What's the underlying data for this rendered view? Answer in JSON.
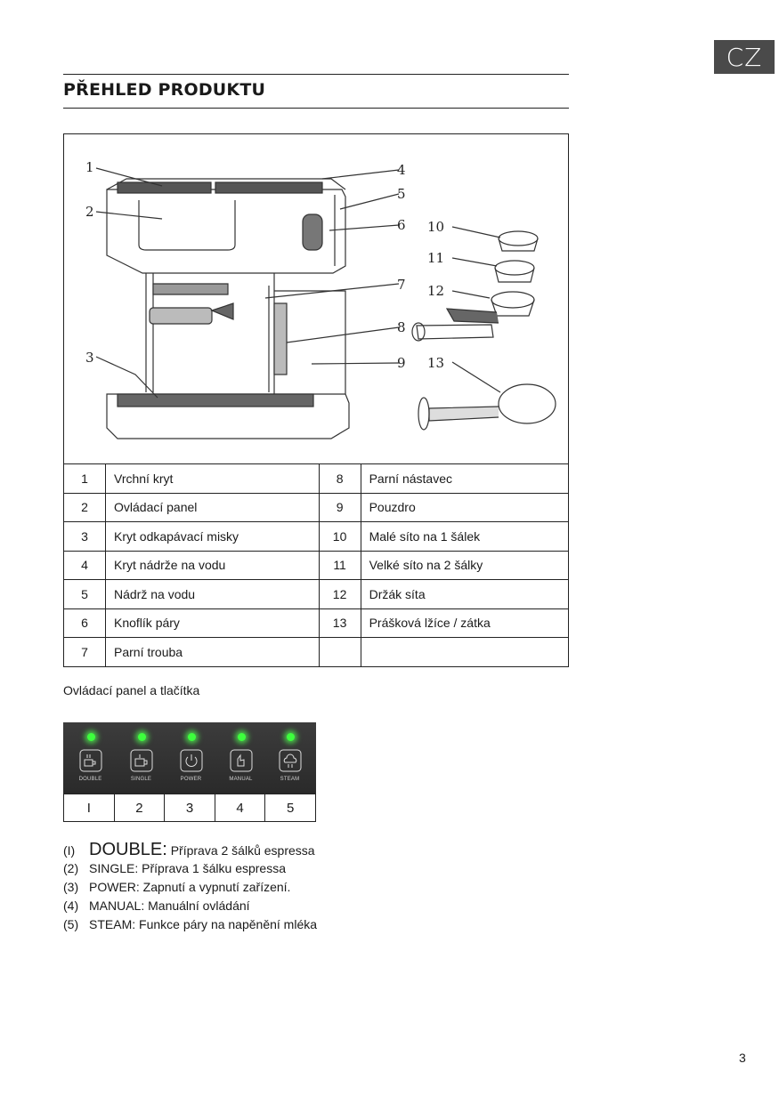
{
  "language_badge": "CZ",
  "section_title": "PŘEHLED PRODUKTU",
  "diagram": {
    "callouts": [
      "1",
      "2",
      "3",
      "4",
      "5",
      "6",
      "7",
      "8",
      "9",
      "10",
      "11",
      "12",
      "13"
    ]
  },
  "parts_table": {
    "rows": [
      {
        "n1": "1",
        "l1": "Vrchní kryt",
        "n2": "8",
        "l2": "Parní nástavec"
      },
      {
        "n1": "2",
        "l1": "Ovládací panel",
        "n2": "9",
        "l2": "Pouzdro"
      },
      {
        "n1": "3",
        "l1": "Kryt odkapávací misky",
        "n2": "10",
        "l2": "Malé síto na 1 šálek"
      },
      {
        "n1": "4",
        "l1": "Kryt nádrže na vodu",
        "n2": "11",
        "l2": "Velké síto na 2 šálky"
      },
      {
        "n1": "5",
        "l1": "Nádrž na vodu",
        "n2": "12",
        "l2": "Držák síta"
      },
      {
        "n1": "6",
        "l1": "Knoflík páry",
        "n2": "13",
        "l2": "Prášková lžíce / zátka"
      },
      {
        "n1": "7",
        "l1": "Parní trouba",
        "n2": "",
        "l2": ""
      }
    ]
  },
  "control_panel": {
    "heading": "Ovládací panel a tlačítka",
    "buttons": [
      {
        "caption": "DOUBLE",
        "icon": "double-cup-icon",
        "led_color": "#3dff3d"
      },
      {
        "caption": "SINGLE",
        "icon": "single-cup-icon",
        "led_color": "#3dff3d"
      },
      {
        "caption": "POWER",
        "icon": "power-icon",
        "led_color": "#3dff3d"
      },
      {
        "caption": "MANUAL",
        "icon": "manual-hand-icon",
        "led_color": "#3dff3d"
      },
      {
        "caption": "STEAM",
        "icon": "steam-cloud-icon",
        "led_color": "#3dff3d"
      }
    ],
    "key_numbers": [
      "I",
      "2",
      "3",
      "4",
      "5"
    ]
  },
  "legend": [
    {
      "no": "(I)",
      "keyword": "DOUBLE:",
      "text": " Příprava 2 šálků espressa"
    },
    {
      "no": "(2)",
      "keyword": "SINGLE:",
      "text": " Příprava 1 šálku espressa"
    },
    {
      "no": "(3)",
      "keyword": "POWER:",
      "text": " Zapnutí a vypnutí zařízení."
    },
    {
      "no": "(4)",
      "keyword": "MANUAL:",
      "text": " Manuální ovládání"
    },
    {
      "no": "(5)",
      "keyword": "STEAM:",
      "text": " Funkce páry na napěnění mléka"
    }
  ],
  "page_number": "3"
}
